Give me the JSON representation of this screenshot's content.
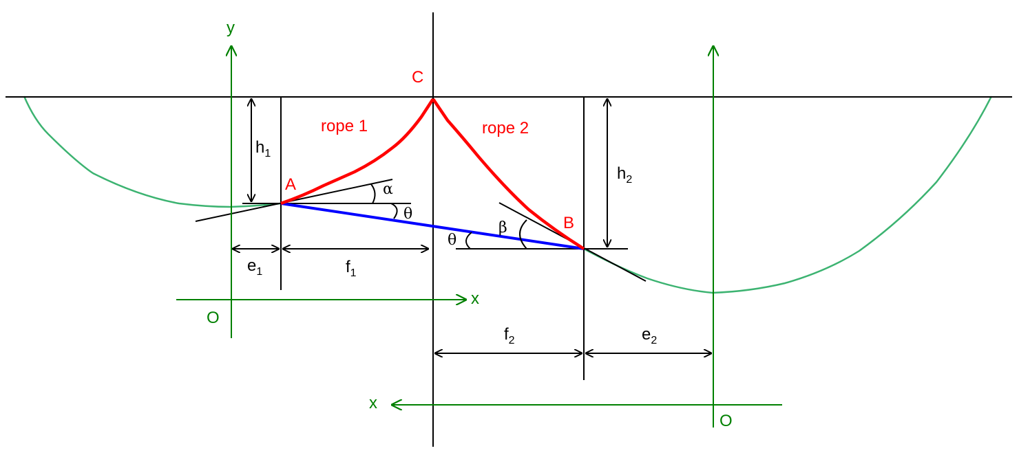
{
  "colors": {
    "line": "#000000",
    "rope": "#ff0000",
    "chord": "#0000ff",
    "axes": "#008000",
    "catenary": "#3cb371"
  },
  "labels": {
    "point_c": "C",
    "point_a": "A",
    "point_b": "B",
    "rope_1": "rope 1",
    "rope_2": "rope 2",
    "h1": "h",
    "h1_sub": "1",
    "h2": "h",
    "h2_sub": "2",
    "e1": "e",
    "e1_sub": "1",
    "e2": "e",
    "e2_sub": "2",
    "f1": "f",
    "f1_sub": "1",
    "f2": "f",
    "f2_sub": "2",
    "alpha": "α",
    "beta": "β",
    "theta_a": "θ",
    "theta_b": "θ",
    "axis_y": "y",
    "axis_x_left": "x",
    "origin_left": "O",
    "axis_x_right": "x",
    "origin_right": "O"
  }
}
